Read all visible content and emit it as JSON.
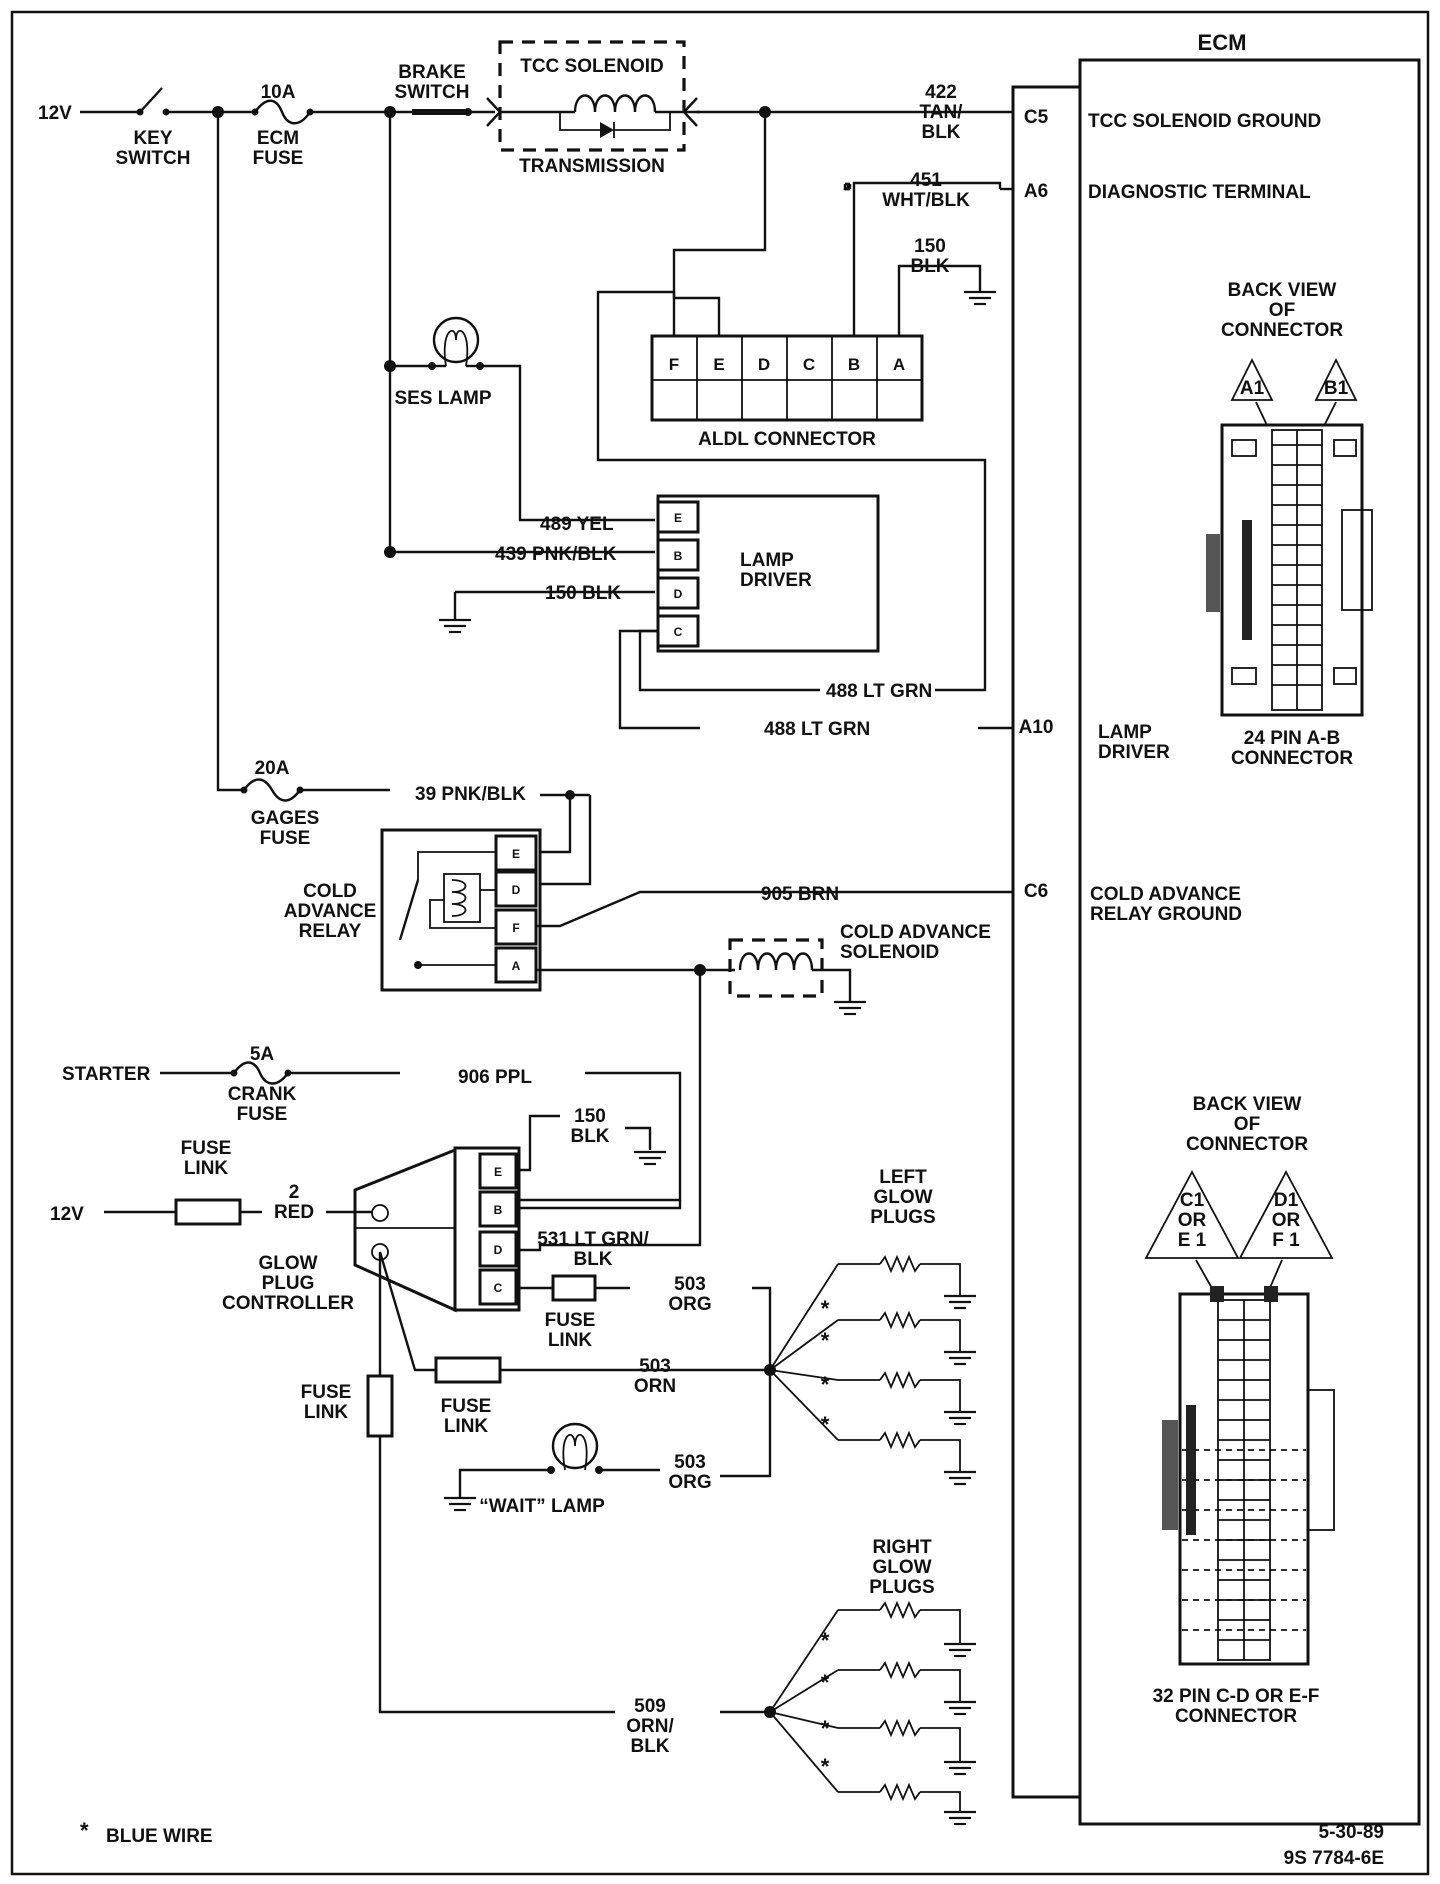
{
  "ecm": {
    "title": "ECM"
  },
  "power": {
    "v12": "12V",
    "key_switch": "KEY\nSWITCH",
    "ecm_fuse_rating": "10A",
    "ecm_fuse": "ECM\nFUSE",
    "brake_switch": "BRAKE\nSWITCH"
  },
  "transmission": {
    "tcc_solenoid": "TCC SOLENOID",
    "label": "TRANSMISSION"
  },
  "ecm_pins": [
    {
      "pin": "C5",
      "wire": "422\nTAN/\nBLK",
      "function": "TCC SOLENOID GROUND"
    },
    {
      "pin": "A6",
      "wire": "451\nWHT/BLK",
      "function": "DIAGNOSTIC TERMINAL"
    },
    {
      "pin": "A10",
      "wire": "488 LT GRN",
      "function": "LAMP\nDRIVER"
    },
    {
      "pin": "C6",
      "wire": "905 BRN",
      "function": "COLD ADVANCE\nRELAY GROUND"
    }
  ],
  "ground_150": "150\nBLK",
  "aldl": {
    "label": "ALDL CONNECTOR",
    "pins": [
      "F",
      "E",
      "D",
      "C",
      "B",
      "A"
    ]
  },
  "ses_lamp": {
    "label": "SES LAMP"
  },
  "lamp_driver": {
    "label": "LAMP\nDRIVER",
    "pins": [
      "E",
      "B",
      "D",
      "C"
    ],
    "wires": [
      "489  YEL",
      "439 PNK/BLK",
      "150 BLK"
    ],
    "wire_488_upper": "488 LT GRN"
  },
  "gages": {
    "fuse_rating": "20A",
    "fuse": "GAGES\nFUSE",
    "wire": "39 PNK/BLK"
  },
  "cold_advance": {
    "relay": "COLD\nADVANCE\nRELAY",
    "relay_pins": [
      "E",
      "D",
      "F",
      "A"
    ],
    "solenoid": "COLD ADVANCE\nSOLENOID"
  },
  "starter": {
    "label": "STARTER",
    "fuse_rating": "5A",
    "fuse": "CRANK\nFUSE",
    "wire": "906 PPL"
  },
  "glow": {
    "ground_150": "150\nBLK",
    "fuse_link_top": "FUSE\nLINK",
    "v12": "12V",
    "red": "2\nRED",
    "controller": "GLOW\nPLUG\nCONTROLLER",
    "pins": [
      "E",
      "B",
      "D",
      "C"
    ],
    "wire_531": "531 LT GRN/\nBLK",
    "fuse_link_c": "FUSE\nLINK",
    "fuse_link_mid": "FUSE\nLINK",
    "fuse_link_left": "FUSE\nLINK",
    "wire_503_org_1": "503\nORG",
    "wire_503_orn": "503\nORN",
    "wire_503_org_2": "503\nORG",
    "wait_lamp": "“WAIT” LAMP",
    "wire_509": "509\nORN/\nBLK",
    "left_plugs": "LEFT\nGLOW\nPLUGS",
    "right_plugs": "RIGHT\nGLOW\nPLUGS",
    "blue_mark": "*"
  },
  "connectors": {
    "back_view_1": "BACK VIEW\nOF\nCONNECTOR",
    "a1": "A1",
    "b1": "B1",
    "caption_1": "24 PIN  A-B\nCONNECTOR",
    "back_view_2": "BACK VIEW\nOF\nCONNECTOR",
    "c1": "C1\nOR\nE 1",
    "d1": "D1\nOR\nF 1",
    "caption_2": "32  PIN C-D OR E-F\nCONNECTOR"
  },
  "footer": {
    "star": "*",
    "note": "BLUE WIRE",
    "date": "5-30-89",
    "code": "9S 7784-6E"
  }
}
